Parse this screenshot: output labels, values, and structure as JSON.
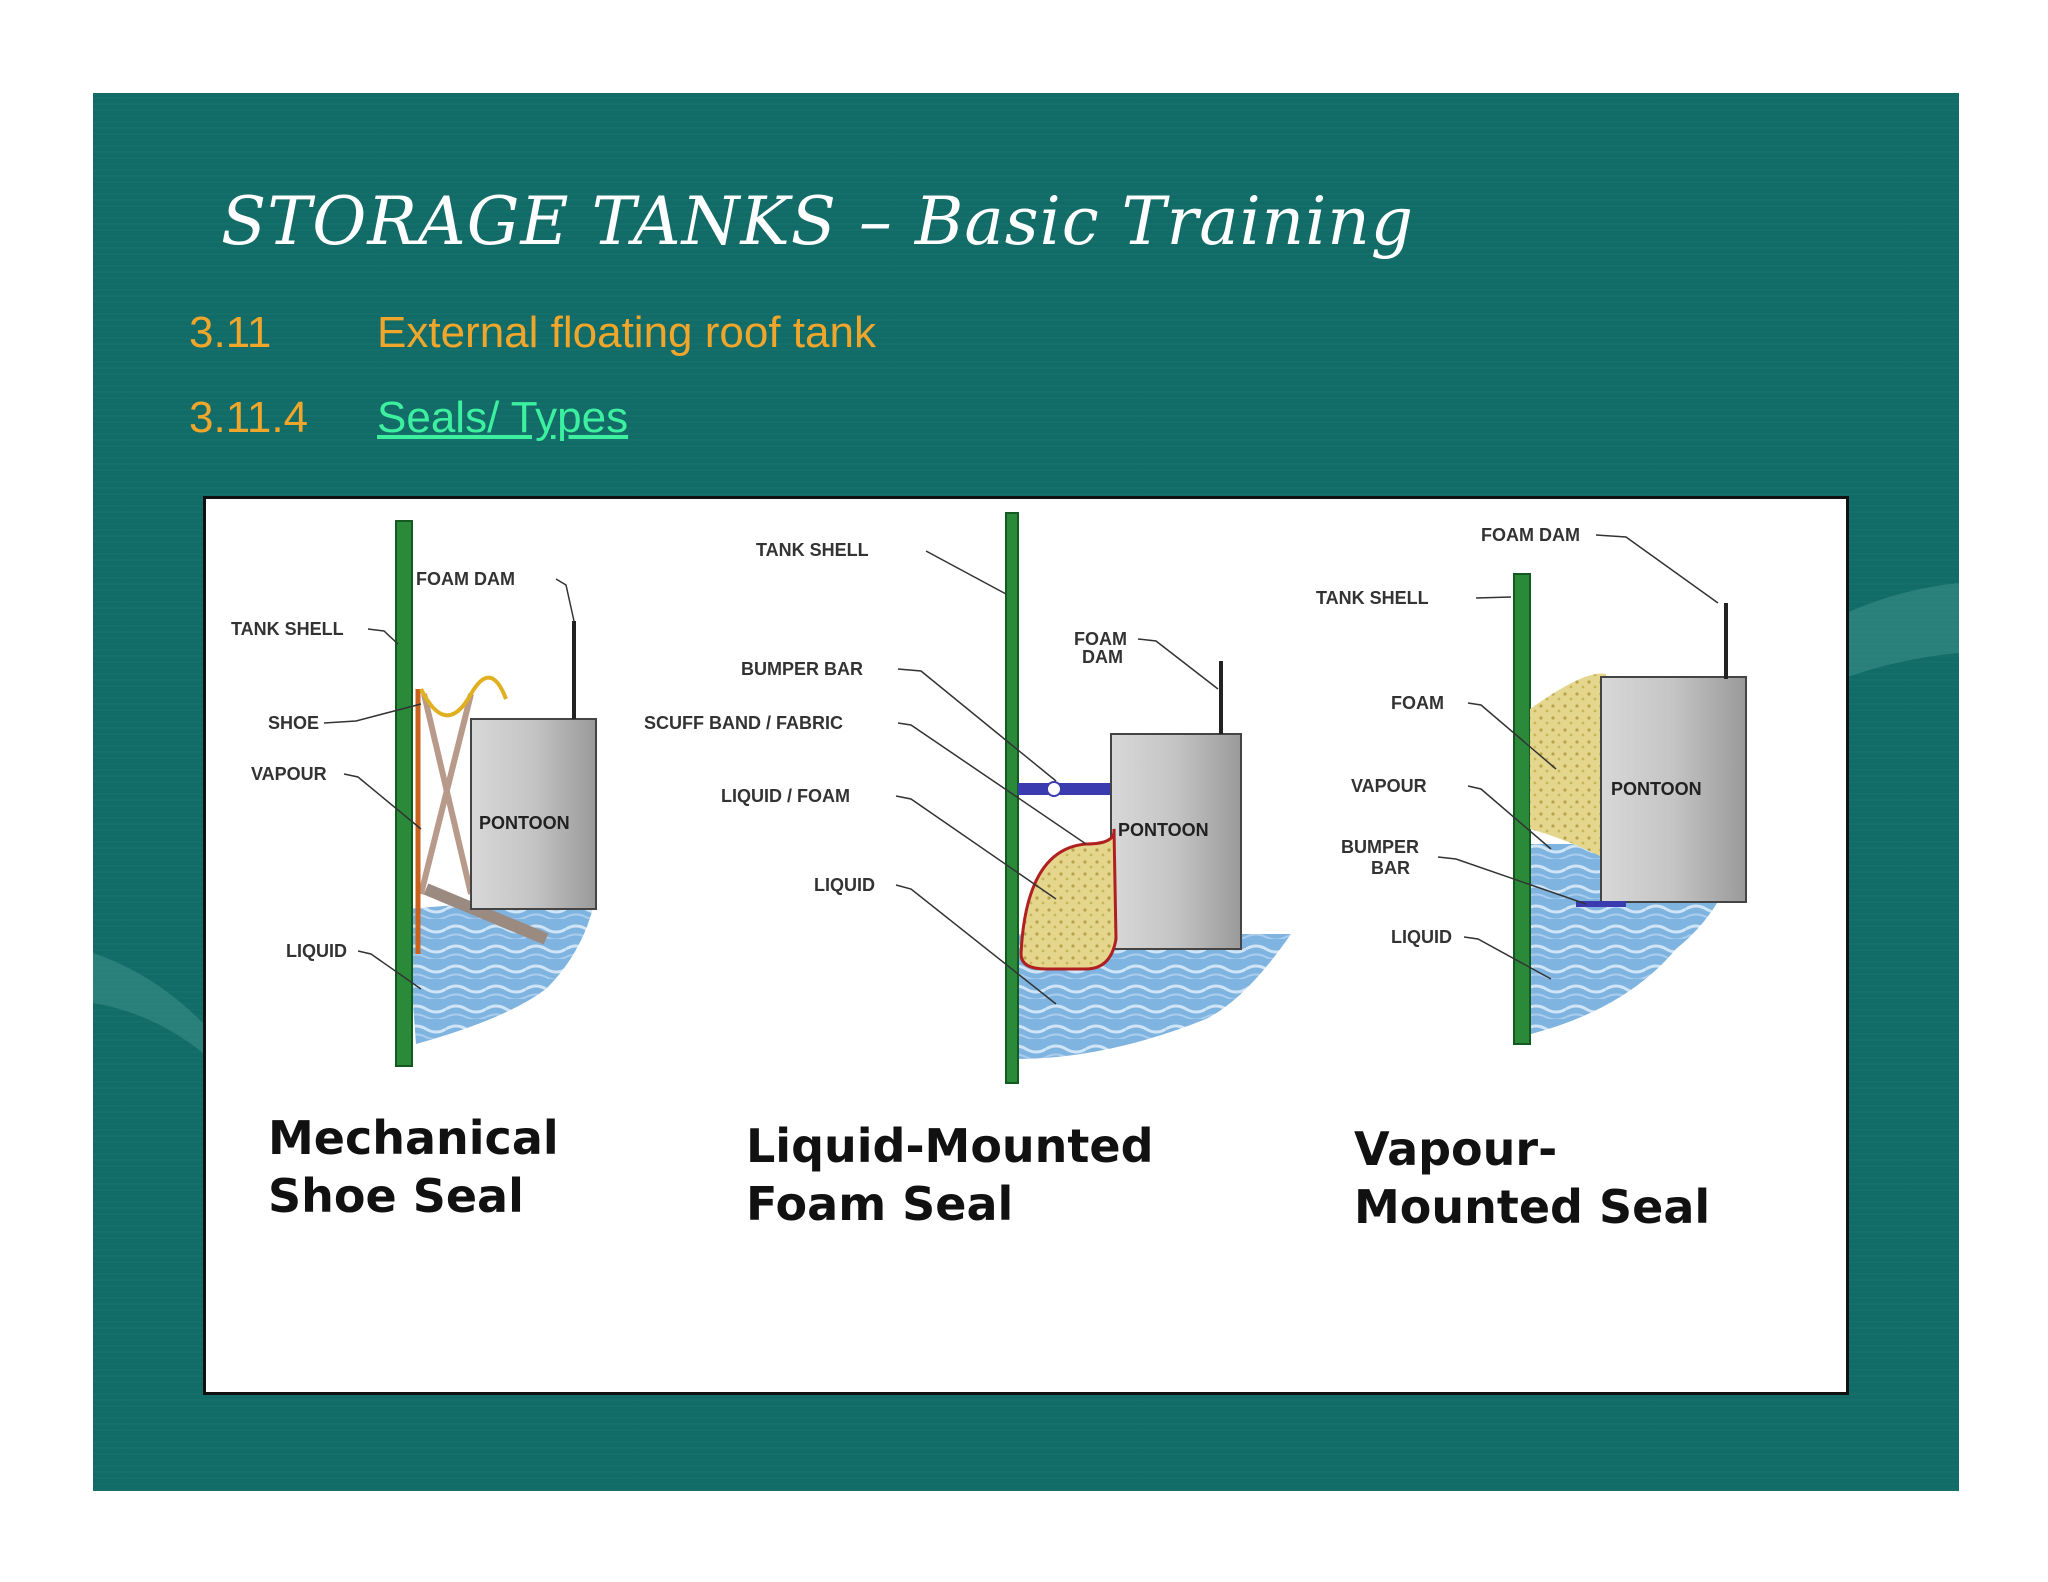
{
  "slide": {
    "title": "STORAGE TANKS – Basic Training",
    "section": {
      "number": "3.11",
      "text": "External floating roof tank"
    },
    "subsection": {
      "number": "3.11.4",
      "text": "Seals/ Types"
    },
    "colors": {
      "background": "#116b66",
      "section": "#f0a62a",
      "link": "#3cf0a0"
    }
  },
  "diagram": {
    "mechanical": {
      "labels": {
        "foam_dam": "FOAM DAM",
        "tank_shell": "TANK SHELL",
        "shoe": "SHOE",
        "vapour": "VAPOUR",
        "pontoon": "PONTOON",
        "liquid": "LIQUID"
      },
      "caption": [
        "Mechanical",
        "Shoe Seal"
      ]
    },
    "liquid_mounted": {
      "labels": {
        "tank_shell": "TANK SHELL",
        "foam_dam_1": "FOAM",
        "foam_dam_2": "DAM",
        "bumper_bar": "BUMPER BAR",
        "scuff_band": "SCUFF BAND / FABRIC",
        "liquid_foam": "LIQUID / FOAM",
        "liquid": "LIQUID",
        "pontoon": "PONTOON"
      },
      "caption": [
        "Liquid-Mounted",
        "Foam Seal"
      ]
    },
    "vapour_mounted": {
      "labels": {
        "foam_dam": "FOAM DAM",
        "tank_shell": "TANK SHELL",
        "foam": "FOAM",
        "vapour": "VAPOUR",
        "bumper_bar_1": "BUMPER",
        "bumper_bar_2": "BAR",
        "liquid": "LIQUID",
        "pontoon": "PONTOON"
      },
      "caption": [
        "Vapour-",
        "Mounted Seal"
      ]
    }
  }
}
